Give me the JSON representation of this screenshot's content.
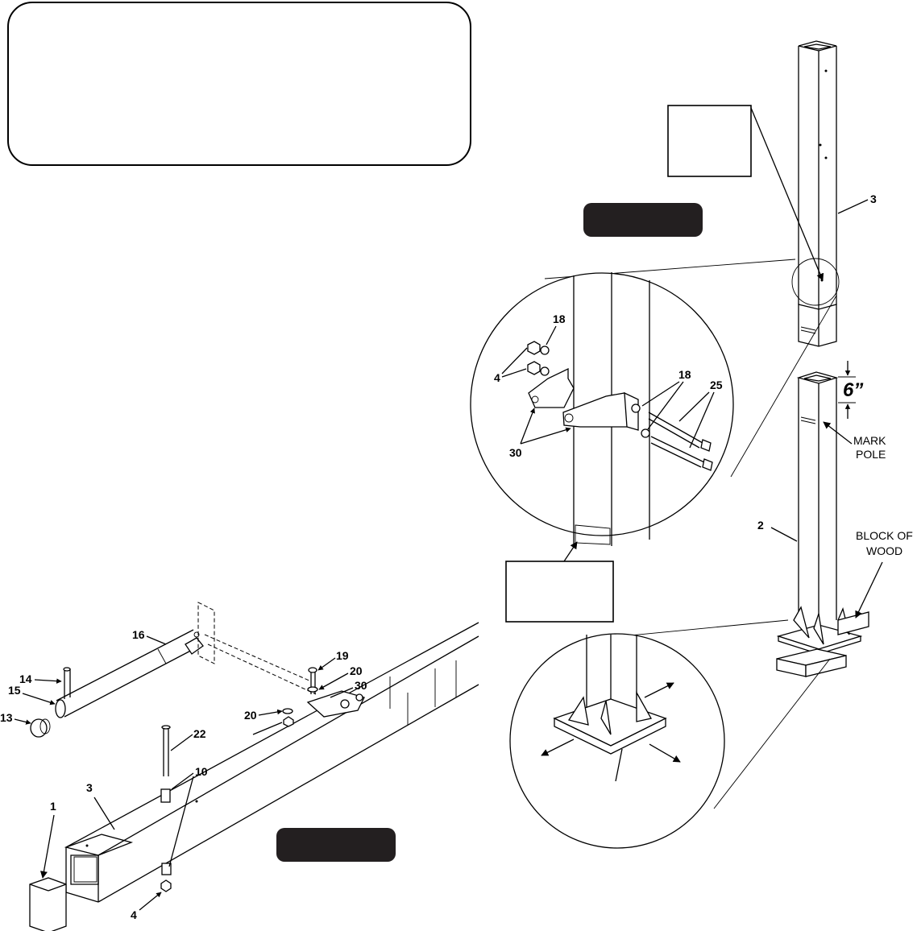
{
  "callouts": {
    "c1": "1",
    "c2": "2",
    "c3a": "3",
    "c3b": "3",
    "c4a": "4",
    "c4b": "4",
    "c10": "10",
    "c13": "13",
    "c14": "14",
    "c15": "15",
    "c16": "16",
    "c18a": "18",
    "c18b": "18",
    "c19": "19",
    "c20a": "20",
    "c20b": "20",
    "c22": "22",
    "c25": "25",
    "c30a": "30",
    "c30b": "30"
  },
  "annotations": {
    "dimension": "6”",
    "mark_pole_line1": "MARK",
    "mark_pole_line2": "POLE",
    "block_line1": "BLOCK OF",
    "block_line2": "WOOD"
  }
}
